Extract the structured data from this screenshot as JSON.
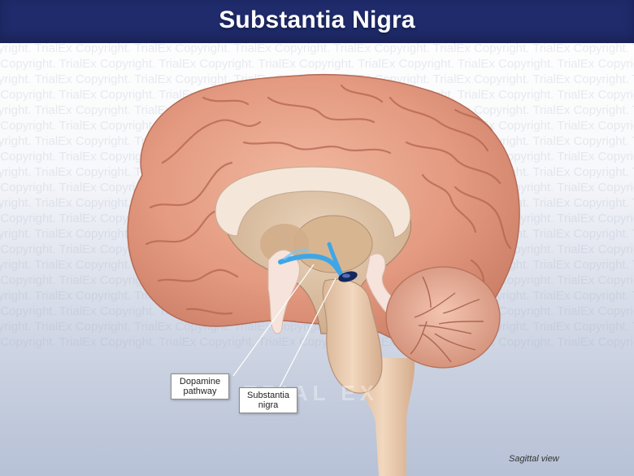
{
  "title": "Substantia Nigra",
  "watermark_text": "TrialEx Copyright. TrialEx Copyright. TrialEx Copyright. TrialEx Copyright. TrialEx Copyright. TrialEx Copyright. TrialEx Copyright. TrialEx Copyright.",
  "watermark_center": "TRIAL EX",
  "labels": {
    "dopamine": [
      "Dopamine",
      "pathway"
    ],
    "substantia": [
      "Substantia",
      "nigra"
    ]
  },
  "view_caption": "Sagittal view",
  "colors": {
    "header": "#1f2b6b",
    "pathway": "#3fa6e6",
    "nigra": "#15285c"
  }
}
